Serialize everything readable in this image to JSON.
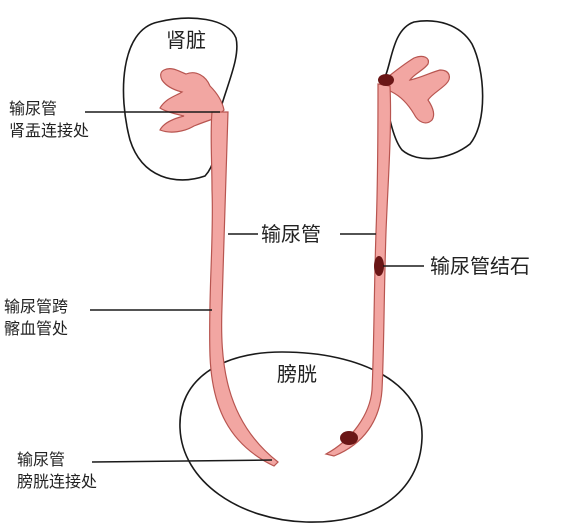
{
  "labels": {
    "kidney": "肾脏",
    "bladder": "膀胱",
    "ureter": "输尿管",
    "ureteral_stone": "输尿管结石",
    "upj_line1": "输尿管",
    "upj_line2": "肾盂连接处",
    "iliac_line1": "输尿管跨",
    "iliac_line2": "髂血管处",
    "uvj_line1": "输尿管",
    "uvj_line2": "膀胱连接处"
  },
  "colors": {
    "outline": "#1a1a1a",
    "tissue_fill": "#f2a6a2",
    "tissue_stroke": "#b85550",
    "stone": "#6a1616",
    "background": "#ffffff"
  }
}
